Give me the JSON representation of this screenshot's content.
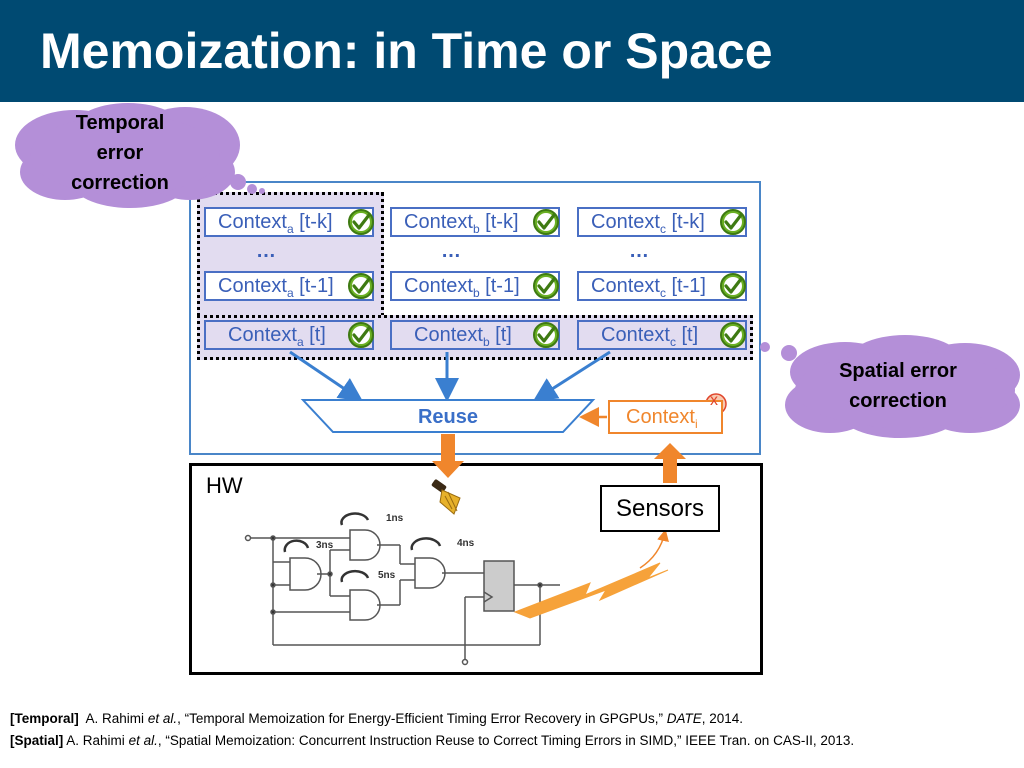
{
  "title": "Memoization: in Time or Space",
  "clouds": {
    "temporal": [
      "Temporal",
      "error",
      "correction"
    ],
    "spatial": [
      "Spatial error",
      "correction"
    ]
  },
  "contexts": {
    "row_tk": [
      {
        "name": "Context",
        "sub": "a",
        "suffix": " [t-k]"
      },
      {
        "name": "Context",
        "sub": "b",
        "suffix": " [t-k]"
      },
      {
        "name": "Context",
        "sub": "c",
        "suffix": " [t-k]"
      }
    ],
    "ellipsis": "…",
    "row_t1": [
      {
        "name": "Context",
        "sub": "a",
        "suffix": " [t-1]"
      },
      {
        "name": "Context",
        "sub": "b",
        "suffix": " [t-1]"
      },
      {
        "name": "Context",
        "sub": "c",
        "suffix": " [t-1]"
      }
    ],
    "row_t": [
      {
        "name": "Context",
        "sub": "a",
        "suffix": " [t]"
      },
      {
        "name": "Context",
        "sub": "b",
        "suffix": " [t]"
      },
      {
        "name": "Context",
        "sub": "c",
        "suffix": " [t]"
      }
    ]
  },
  "reuse_label": "Reuse",
  "context_i": {
    "name": "Context",
    "sub": "i",
    "error_mark": "x"
  },
  "hw_label": "HW",
  "sensors_label": "Sensors",
  "delays": [
    "1ns",
    "3ns",
    "4ns",
    "5ns"
  ],
  "colors": {
    "title_bar": "#004a72",
    "context_blue": "#4a6fc4",
    "highlight": "#e2dcf0",
    "cloud": "#b48fd8",
    "orange": "#f0862c",
    "check_green": "#6ab023"
  },
  "references": [
    {
      "tag": "[Temporal]",
      "authors": "A. Rahimi ",
      "etal": "et al.",
      "text": ", “Temporal Memoization for Energy-Efficient Timing Error Recovery in GPGPUs,” ",
      "venue": "DATE",
      "tail": ", 2014."
    },
    {
      "tag": "[Spatial]",
      "authors": "A. Rahimi ",
      "etal": "et al.",
      "text": ", “Spatial Memoization: Concurrent Instruction Reuse to Correct Timing Errors in SIMD,” IEEE Tran. on CAS-II, 2013.",
      "venue": "",
      "tail": ""
    }
  ]
}
